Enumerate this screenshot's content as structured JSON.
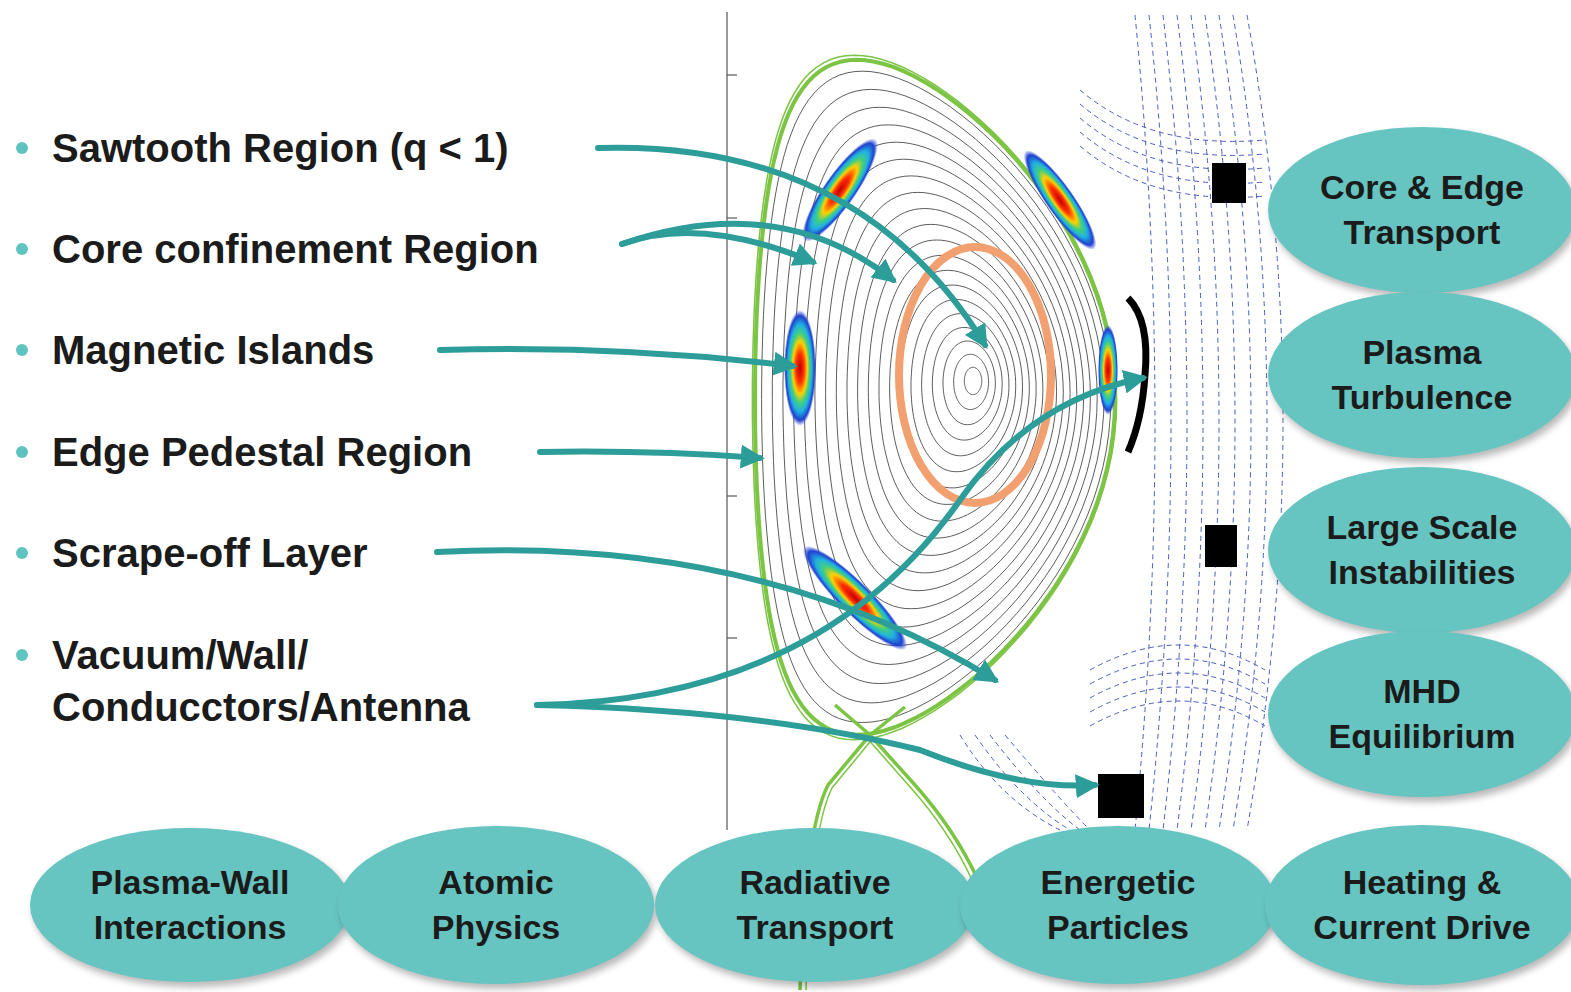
{
  "diagram": {
    "nodes": [
      {
        "text": [
          "Core & Edge Transport"
        ]
      },
      {
        "text": [
          "Plasma Turbulence"
        ]
      },
      {
        "text": [
          "Large Scale Instabilities"
        ]
      },
      {
        "text": [
          "MHD Equilibrium"
        ]
      },
      {
        "text": [
          "Plasma-Wall Interactions"
        ]
      },
      {
        "text": [
          "Atomic Physics"
        ]
      },
      {
        "text": [
          "Radiative Transport"
        ]
      },
      {
        "text": [
          "Energetic Particles"
        ]
      },
      {
        "text": [
          "Heating & Current Drive"
        ]
      }
    ],
    "labels": [
      "Sawtooth Region (q < 1)",
      "Core confinement Region",
      "Magnetic Islands",
      "Edge Pedestal Region",
      "Scrape-off Layer",
      "Vacuum/Wall/ Conducctors/Antenna"
    ]
  }
}
